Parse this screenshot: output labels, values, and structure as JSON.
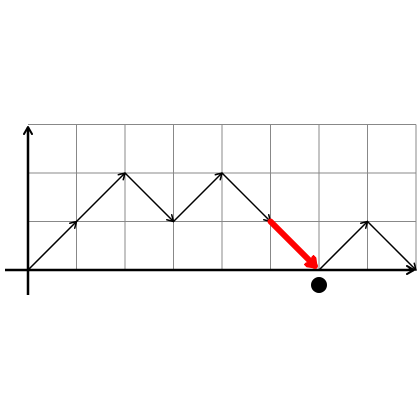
{
  "lattice_path": {
    "points": [
      [
        0,
        0
      ],
      [
        1,
        1
      ],
      [
        2,
        2
      ],
      [
        3,
        1
      ],
      [
        4,
        2
      ],
      [
        5,
        1
      ],
      [
        6,
        0
      ],
      [
        7,
        1
      ],
      [
        8,
        0
      ]
    ],
    "highlighted_step": 5,
    "marked_point": [
      6,
      0
    ]
  },
  "grid": {
    "columns": 8,
    "rows": 3
  },
  "colors": {
    "grid": "#888888",
    "axis": "#000000",
    "path": "#000000",
    "highlight": "#ff0000",
    "marker": "#000000"
  }
}
